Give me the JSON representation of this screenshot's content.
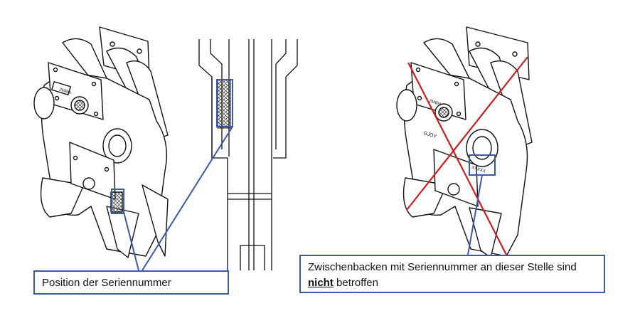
{
  "callouts": {
    "left": {
      "text": "Position der Seriennummer"
    },
    "right": {
      "line1": "Zwischenbacken mit Seriennummer an dieser Stelle sind",
      "emphasis": "nicht",
      "line2_rest": " betroffen"
    }
  },
  "engravings": {
    "left_tool_label": "ZMBN",
    "right_tool_label_1": "ZMBN",
    "right_tool_label_2": "GJOY",
    "right_serial": "XXXXX"
  },
  "colors": {
    "line": "#111111",
    "callout_border": "#3a5aa8",
    "cross": "#cc1f1f",
    "hatch": "#333333"
  }
}
